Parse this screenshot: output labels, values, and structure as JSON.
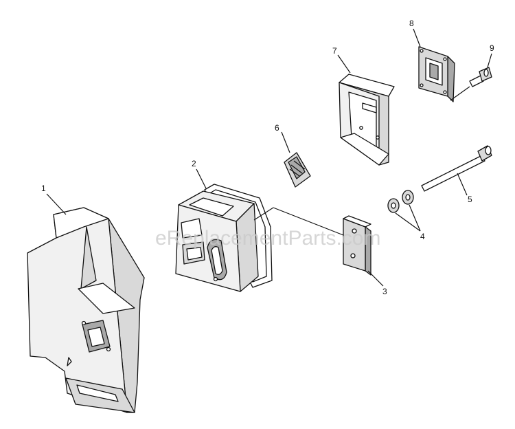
{
  "watermark": "eReplacementParts.com",
  "callouts": {
    "c1": "1",
    "c2": "2",
    "c3": "3",
    "c4": "4",
    "c5": "5",
    "c6": "6",
    "c7": "7",
    "c8": "8",
    "c9": "9"
  }
}
